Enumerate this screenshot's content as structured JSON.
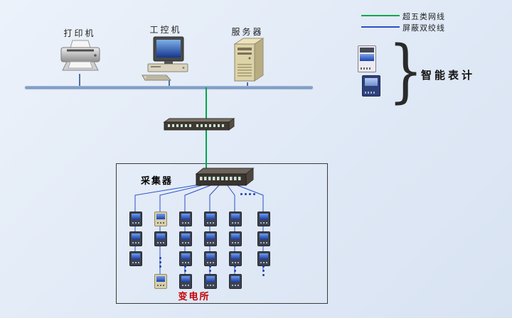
{
  "devices": {
    "printer": "打印机",
    "industrial_pc": "工控机",
    "server": "服务器"
  },
  "legend": {
    "items": [
      {
        "label": "超五类网线",
        "color": "#00a651",
        "line_type": "cat5e"
      },
      {
        "label": "屏蔽双绞线",
        "color": "#2b4fc8",
        "line_type": "shielded-twisted-pair"
      }
    ]
  },
  "smart_meter": {
    "brace": "}",
    "label": "智能表计"
  },
  "collector": {
    "label": "采集器"
  },
  "substation": {
    "label": "变电所",
    "label_color": "#c40000"
  },
  "meters": {
    "columns": 6,
    "visible_count": 21,
    "ellipsis": true
  },
  "colors": {
    "background": "#e3ebf7",
    "bus": "#7f9fc8",
    "cat5e_green": "#00a651",
    "twisted_pair_blue": "#2b4fc8"
  }
}
